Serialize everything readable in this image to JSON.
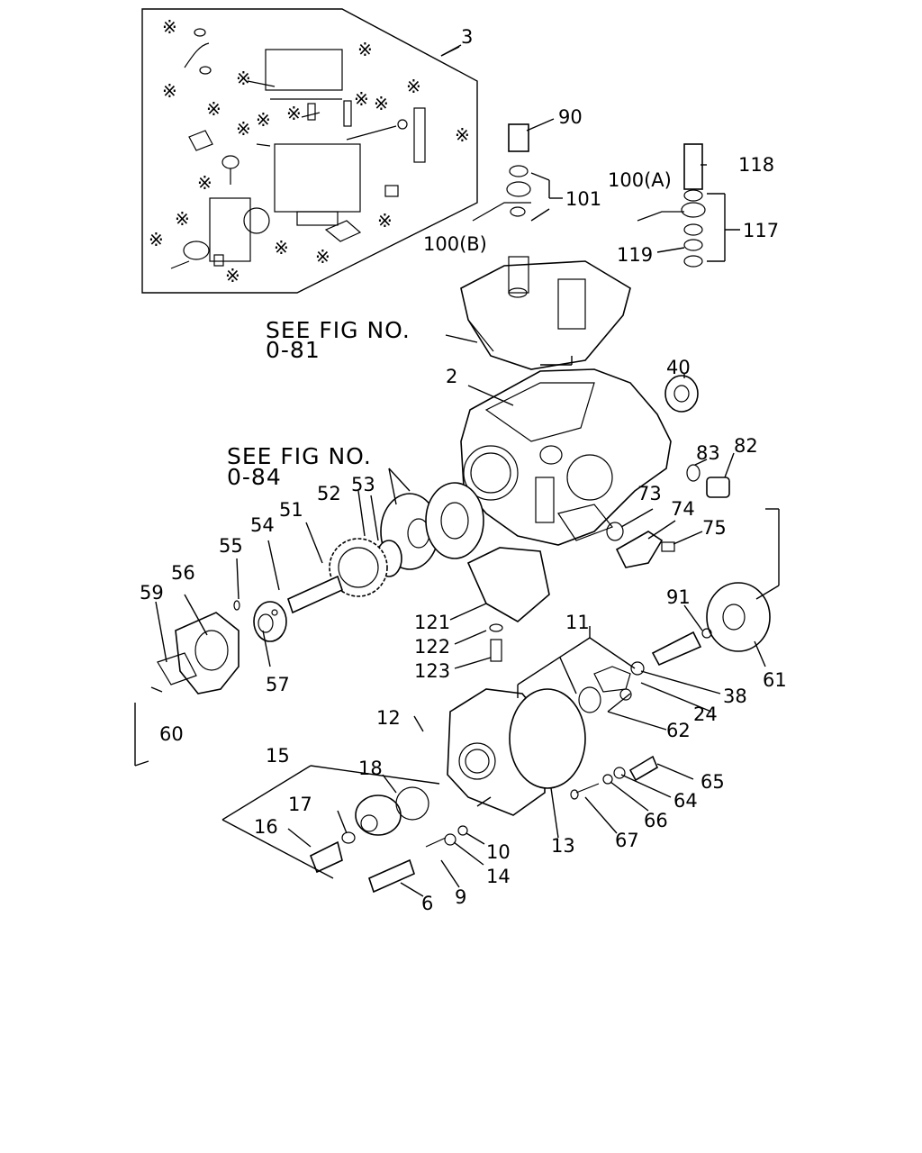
{
  "labels": {
    "l2": "2",
    "l3": "3",
    "l6": "6",
    "l9": "9",
    "l10": "10",
    "l11": "11",
    "l12": "12",
    "l13": "13",
    "l14": "14",
    "l15": "15",
    "l16": "16",
    "l17": "17",
    "l18": "18",
    "l24": "24",
    "l38": "38",
    "l40": "40",
    "l51": "51",
    "l52": "52",
    "l53": "53",
    "l54": "54",
    "l55": "55",
    "l56": "56",
    "l57": "57",
    "l59": "59",
    "l60": "60",
    "l61": "61",
    "l62": "62",
    "l64": "64",
    "l65": "65",
    "l66": "66",
    "l67": "67",
    "l73": "73",
    "l74": "74",
    "l75": "75",
    "l82": "82",
    "l83": "83",
    "l90": "90",
    "l91": "91",
    "l100a": "100(A)",
    "l100b": "100(B)",
    "l101": "101",
    "l117": "117",
    "l118": "118",
    "l119": "119",
    "l121": "121",
    "l122": "122",
    "l123": "123"
  },
  "references": {
    "fig081_line1": "SEE FIG NO.",
    "fig081_line2": "0-81",
    "fig084_line1": "SEE FIG NO.",
    "fig084_line2": "0-84"
  },
  "asterisk": "※"
}
